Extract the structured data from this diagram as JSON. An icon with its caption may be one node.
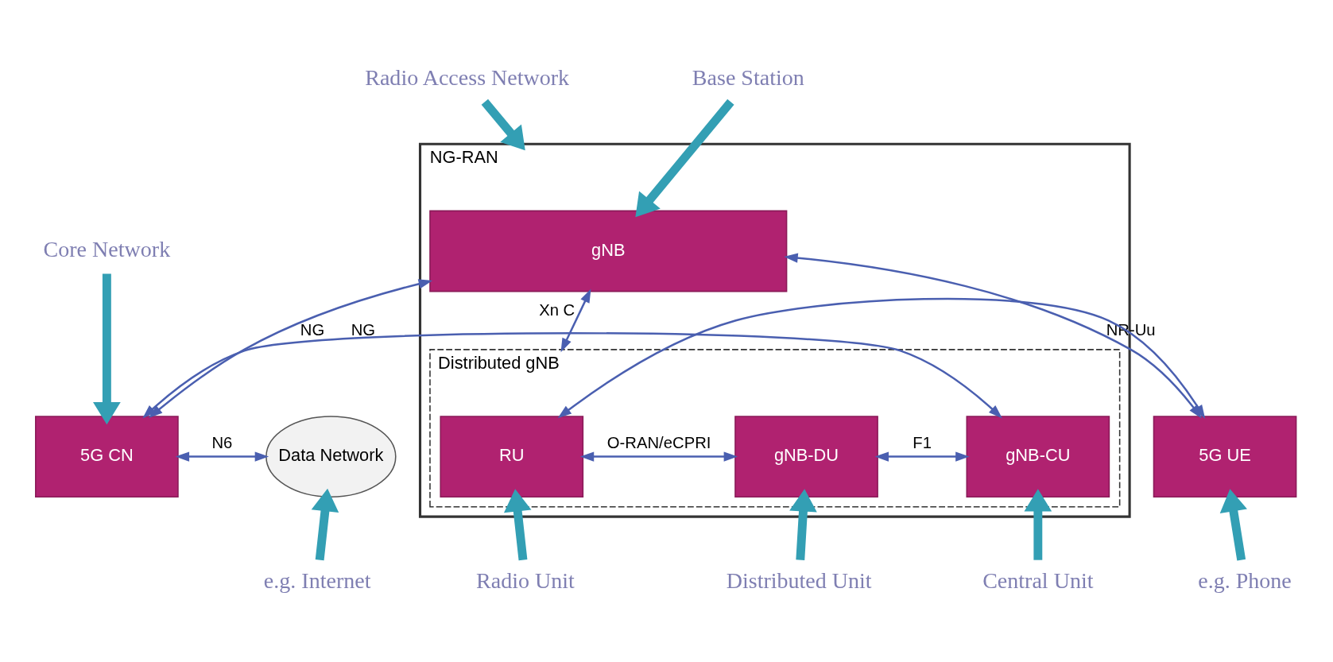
{
  "diagram": {
    "nodes": [
      {
        "text": [
          "NG-RAN"
        ]
      },
      {
        "text": [
          "gNB"
        ],
        "in": 0
      },
      {
        "text": [
          "Distributed gNB"
        ],
        "in": 0
      },
      {
        "text": [
          "RU"
        ],
        "in": 2
      },
      {
        "text": [
          "gNB-DU"
        ],
        "in": 2
      },
      {
        "text": [
          "gNB-CU"
        ],
        "in": 2
      },
      {
        "text": [
          "5G UE"
        ]
      },
      {
        "text": [
          "5G CN"
        ]
      },
      {
        "text": [
          "Data Network"
        ]
      },
      {
        "text": [
          "Radio Access Network"
        ]
      },
      {
        "text": [
          "Base Station"
        ]
      },
      {
        "text": [
          "Core Network"
        ]
      },
      {
        "text": [
          "e.g. Phone"
        ]
      },
      {
        "text": [
          "Radio Unit"
        ]
      },
      {
        "text": [
          "Distributed Unit"
        ]
      },
      {
        "text": [
          "Central Unit"
        ]
      },
      {
        "text": [
          "e.g. Internet"
        ]
      }
    ],
    "edges": [
      {
        "from": 6,
        "to": 1,
        "arrow": "both",
        "label": "NR-Uu"
      },
      {
        "from": 6,
        "to": 3,
        "arrow": "both"
      },
      {
        "from": 1,
        "to": 2,
        "arrow": "both",
        "label": "Xn C"
      },
      {
        "from": 3,
        "to": 4,
        "arrow": "both",
        "label": "O-RAN/eCPRI"
      },
      {
        "from": 4,
        "to": 5,
        "arrow": "both",
        "label": "F1"
      },
      {
        "from": 1,
        "to": 7,
        "arrow": "both",
        "label": "NG"
      },
      {
        "from": 5,
        "to": 7,
        "arrow": "both",
        "label": "NG"
      },
      {
        "from": 7,
        "to": 8,
        "arrow": "both",
        "label": "N6"
      },
      {
        "from": 9,
        "to": 0,
        "arrow": "to",
        "style": "thick",
        "color": "#339fb4"
      },
      {
        "from": 10,
        "to": 1,
        "arrow": "to",
        "style": "thick",
        "color": "#339fb4"
      },
      {
        "from": 11,
        "to": 7,
        "arrow": "to",
        "style": "thick",
        "color": "#339fb4"
      },
      {
        "from": 12,
        "to": 6,
        "arrow": "to",
        "style": "thick",
        "color": "#339fb4"
      },
      {
        "from": 13,
        "to": 3,
        "arrow": "to",
        "style": "thick",
        "color": "#339fb4"
      },
      {
        "from": 14,
        "to": 4,
        "arrow": "to",
        "style": "thick",
        "color": "#339fb4"
      },
      {
        "from": 15,
        "to": 5,
        "arrow": "to",
        "style": "thick",
        "color": "#339fb4"
      },
      {
        "from": 16,
        "to": 8,
        "arrow": "to",
        "style": "thick",
        "color": "#339fb4"
      }
    ]
  }
}
